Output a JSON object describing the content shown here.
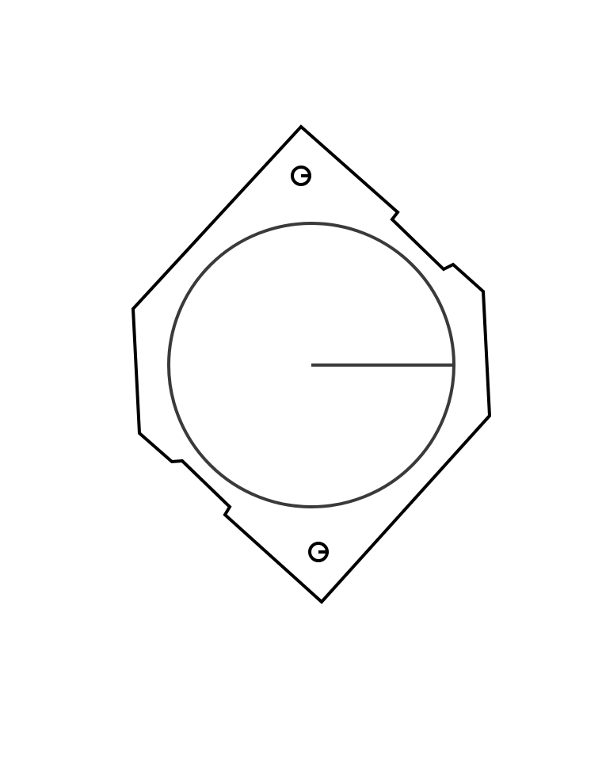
{
  "colors": {
    "background": "#ffffff",
    "outline": "#000000",
    "circle": "#3a3a3a",
    "radius_line": "#3a3a3a"
  },
  "diagram": {
    "kind": "technical line drawing",
    "parts": [
      "diamond-plate-outline",
      "large-circle",
      "radius-line",
      "top-mounting-hole-icon",
      "bottom-mounting-hole-icon"
    ]
  }
}
